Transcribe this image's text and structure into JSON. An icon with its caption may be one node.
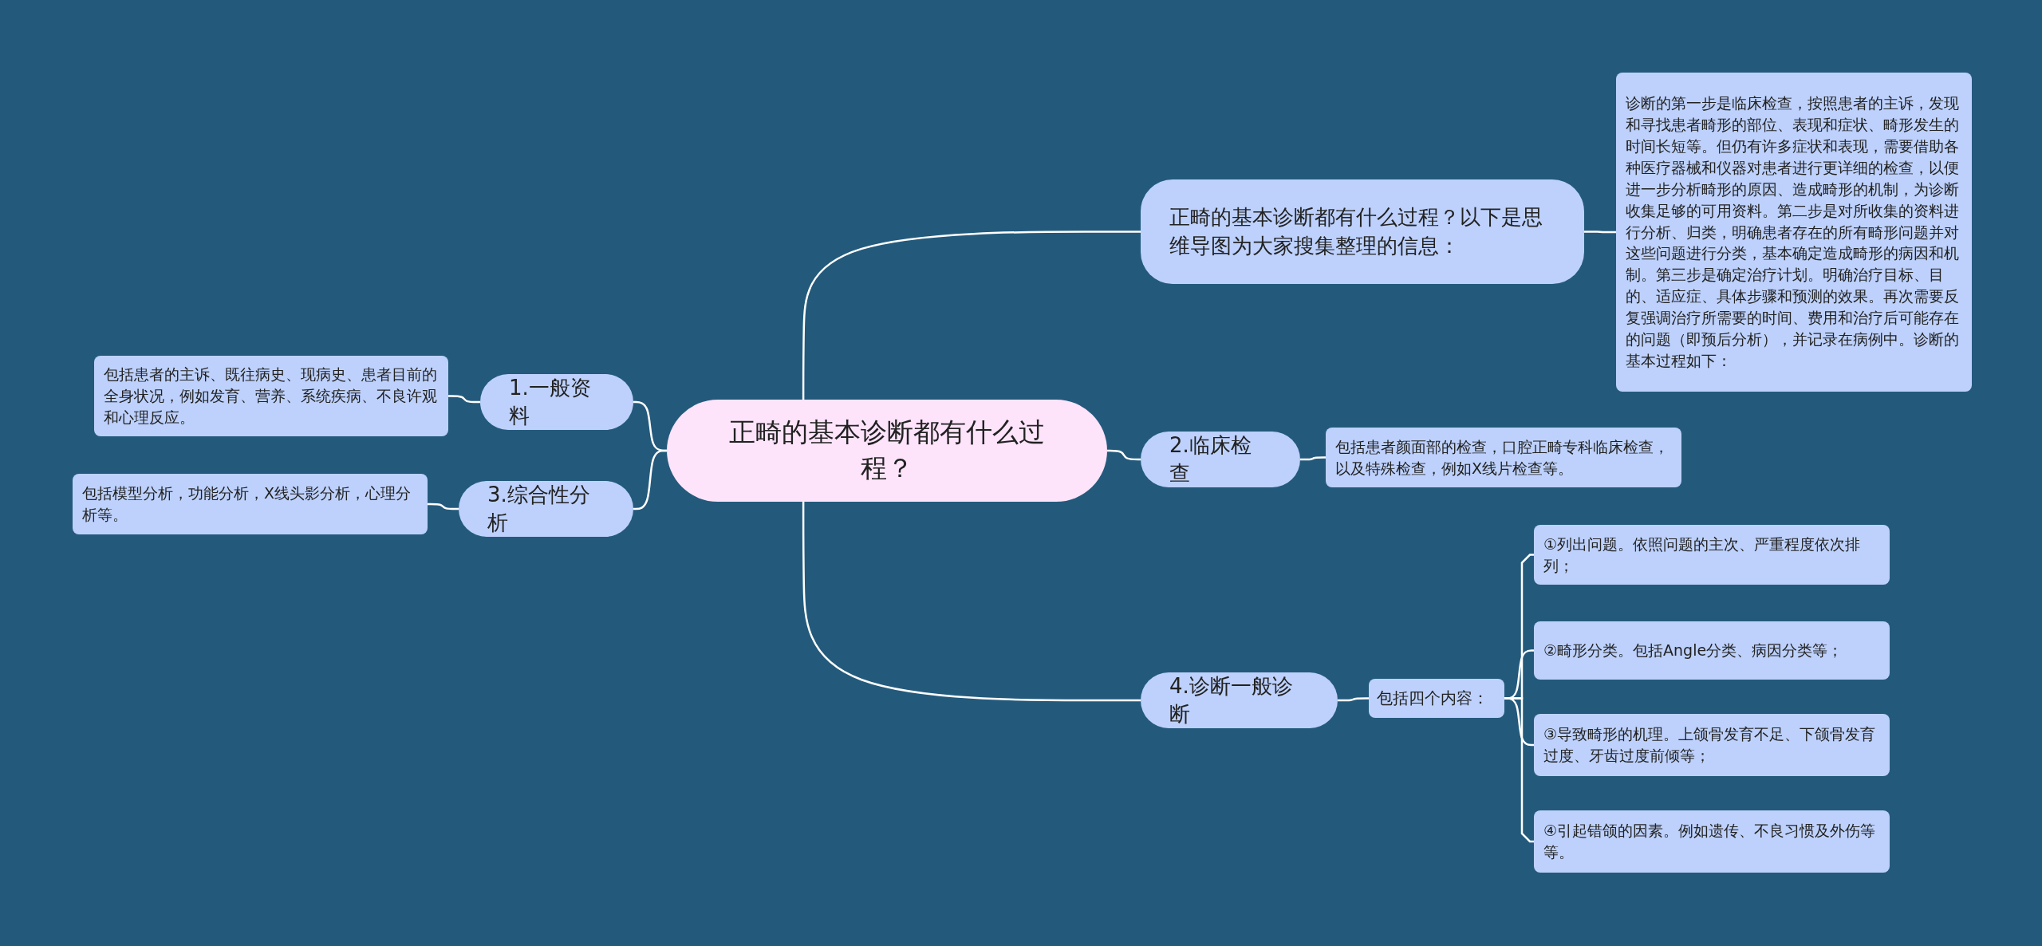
{
  "diagram": {
    "nodes": [
      {
        "text": [
          "正畸的基本诊断都有什么过程？"
        ]
      },
      {
        "text": [
          "正畸的基本诊断都有什么过程？以下是思维导图为大家搜集整理的信息："
        ]
      },
      {
        "text": [
          "诊断的第一步是临床检查，按照患者的主诉，发现和寻找患者畸形的部位、表现和症状、畸形发生的时间长短等。但仍有许多症状和表现，需要借助各种医疗器械和仪器对患者进行更详细的检查，以便进一步分析畸形的原因、造成畸形的机制，为诊断收集足够的可用资料。第二步是对所收集的资料进行分析、归类，明确患者存在的所有畸形问题并对这些问题进行分类，基本确定造成畸形的病因和机制。第三步是确定治疗计划。明确治疗目标、目的、适应症、具体步骤和预测的效果。再次需要反复强调治疗所需要的时间、费用和治疗后可能存在的问题（即预后分析），并记录在病例中。诊断的基本过程如下："
        ]
      },
      {
        "text": [
          "1.一般资料"
        ]
      },
      {
        "text": [
          "包括患者的主诉、既往病史、现病史、患者目前的全身状况，例如发育、营养、系统疾病、不良许观和心理反应。"
        ]
      },
      {
        "text": [
          "2.临床检查"
        ]
      },
      {
        "text": [
          "包括患者颜面部的检查，口腔正畸专科临床检查，以及特殊检查，例如X线片检查等。"
        ]
      },
      {
        "text": [
          "3.综合性分析"
        ]
      },
      {
        "text": [
          "包括模型分析，功能分析，X线头影分析，心理分析等。"
        ]
      },
      {
        "text": [
          "4.诊断一般诊断"
        ]
      },
      {
        "text": [
          "包括四个内容："
        ]
      },
      {
        "text": [
          "①列出问题。依照问题的主次、严重程度依次排列；"
        ]
      },
      {
        "text": [
          "②畸形分类。包括Angle分类、病因分类等；"
        ]
      },
      {
        "text": [
          "③导致畸形的机理。上颌骨发育不足、下颌骨发育过度、牙齿过度前倾等；"
        ]
      },
      {
        "text": [
          "④引起错颌的因素。例如遗传、不良习惯及外伤等等。"
        ]
      }
    ],
    "edges": [
      {
        "from": 0,
        "to": 1,
        "arrow": "none"
      },
      {
        "from": 1,
        "to": 2,
        "arrow": "none"
      },
      {
        "from": 0,
        "to": 3,
        "arrow": "none"
      },
      {
        "from": 3,
        "to": 4,
        "arrow": "none"
      },
      {
        "from": 0,
        "to": 5,
        "arrow": "none"
      },
      {
        "from": 5,
        "to": 6,
        "arrow": "none"
      },
      {
        "from": 0,
        "to": 7,
        "arrow": "none"
      },
      {
        "from": 7,
        "to": 8,
        "arrow": "none"
      },
      {
        "from": 0,
        "to": 9,
        "arrow": "none"
      },
      {
        "from": 9,
        "to": 10,
        "arrow": "none"
      },
      {
        "from": 10,
        "to": 11,
        "arrow": "none"
      },
      {
        "from": 10,
        "to": 12,
        "arrow": "none"
      },
      {
        "from": 10,
        "to": 13,
        "arrow": "none"
      },
      {
        "from": 10,
        "to": 14,
        "arrow": "none"
      }
    ]
  }
}
